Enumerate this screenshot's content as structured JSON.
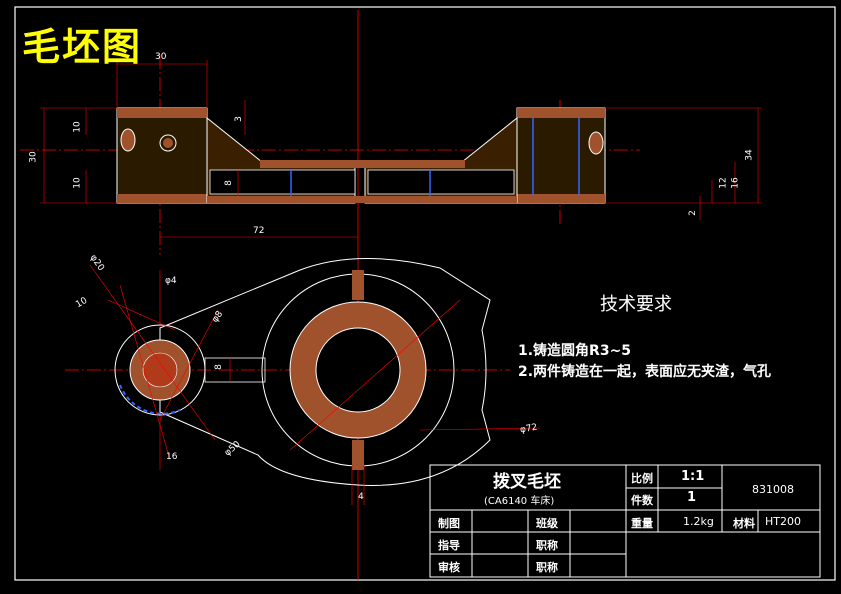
{
  "heading": "毛坯图",
  "tech": {
    "title": "技术要求",
    "items": [
      "1.铸造圆角R3~5",
      "2.两件铸造在一起，表面应无夹渣，气孔"
    ]
  },
  "title_block": {
    "part_name": "拨叉毛坯",
    "machine": "(CA6140 车床)",
    "ratio_label": "比例",
    "ratio_value": "1:1",
    "count_label": "件数",
    "count_value": "1",
    "drawing_no": "831008",
    "weight_label": "重量",
    "weight_value": "1.2kg",
    "material_label": "材料",
    "material_value": "HT200",
    "drawn_label": "制图",
    "class_label": "班级",
    "guide_label": "指导",
    "title1_label": "职称",
    "review_label": "审核",
    "title2_label": "职称"
  },
  "dimensions": {
    "d30_top": "30",
    "d10_a": "10",
    "d10_b": "10",
    "d30_left": "30",
    "d3": "3",
    "d8": "8",
    "d72": "72",
    "d34": "34",
    "d12": "12",
    "d16": "16",
    "d2": "2",
    "phi20": "φ20",
    "phi4": "φ4",
    "d10_c": "10",
    "phi8": "φ8",
    "d8_b": "8",
    "d16_b": "16",
    "phi50": "φ50",
    "phi72": "φ72",
    "d4": "4"
  }
}
